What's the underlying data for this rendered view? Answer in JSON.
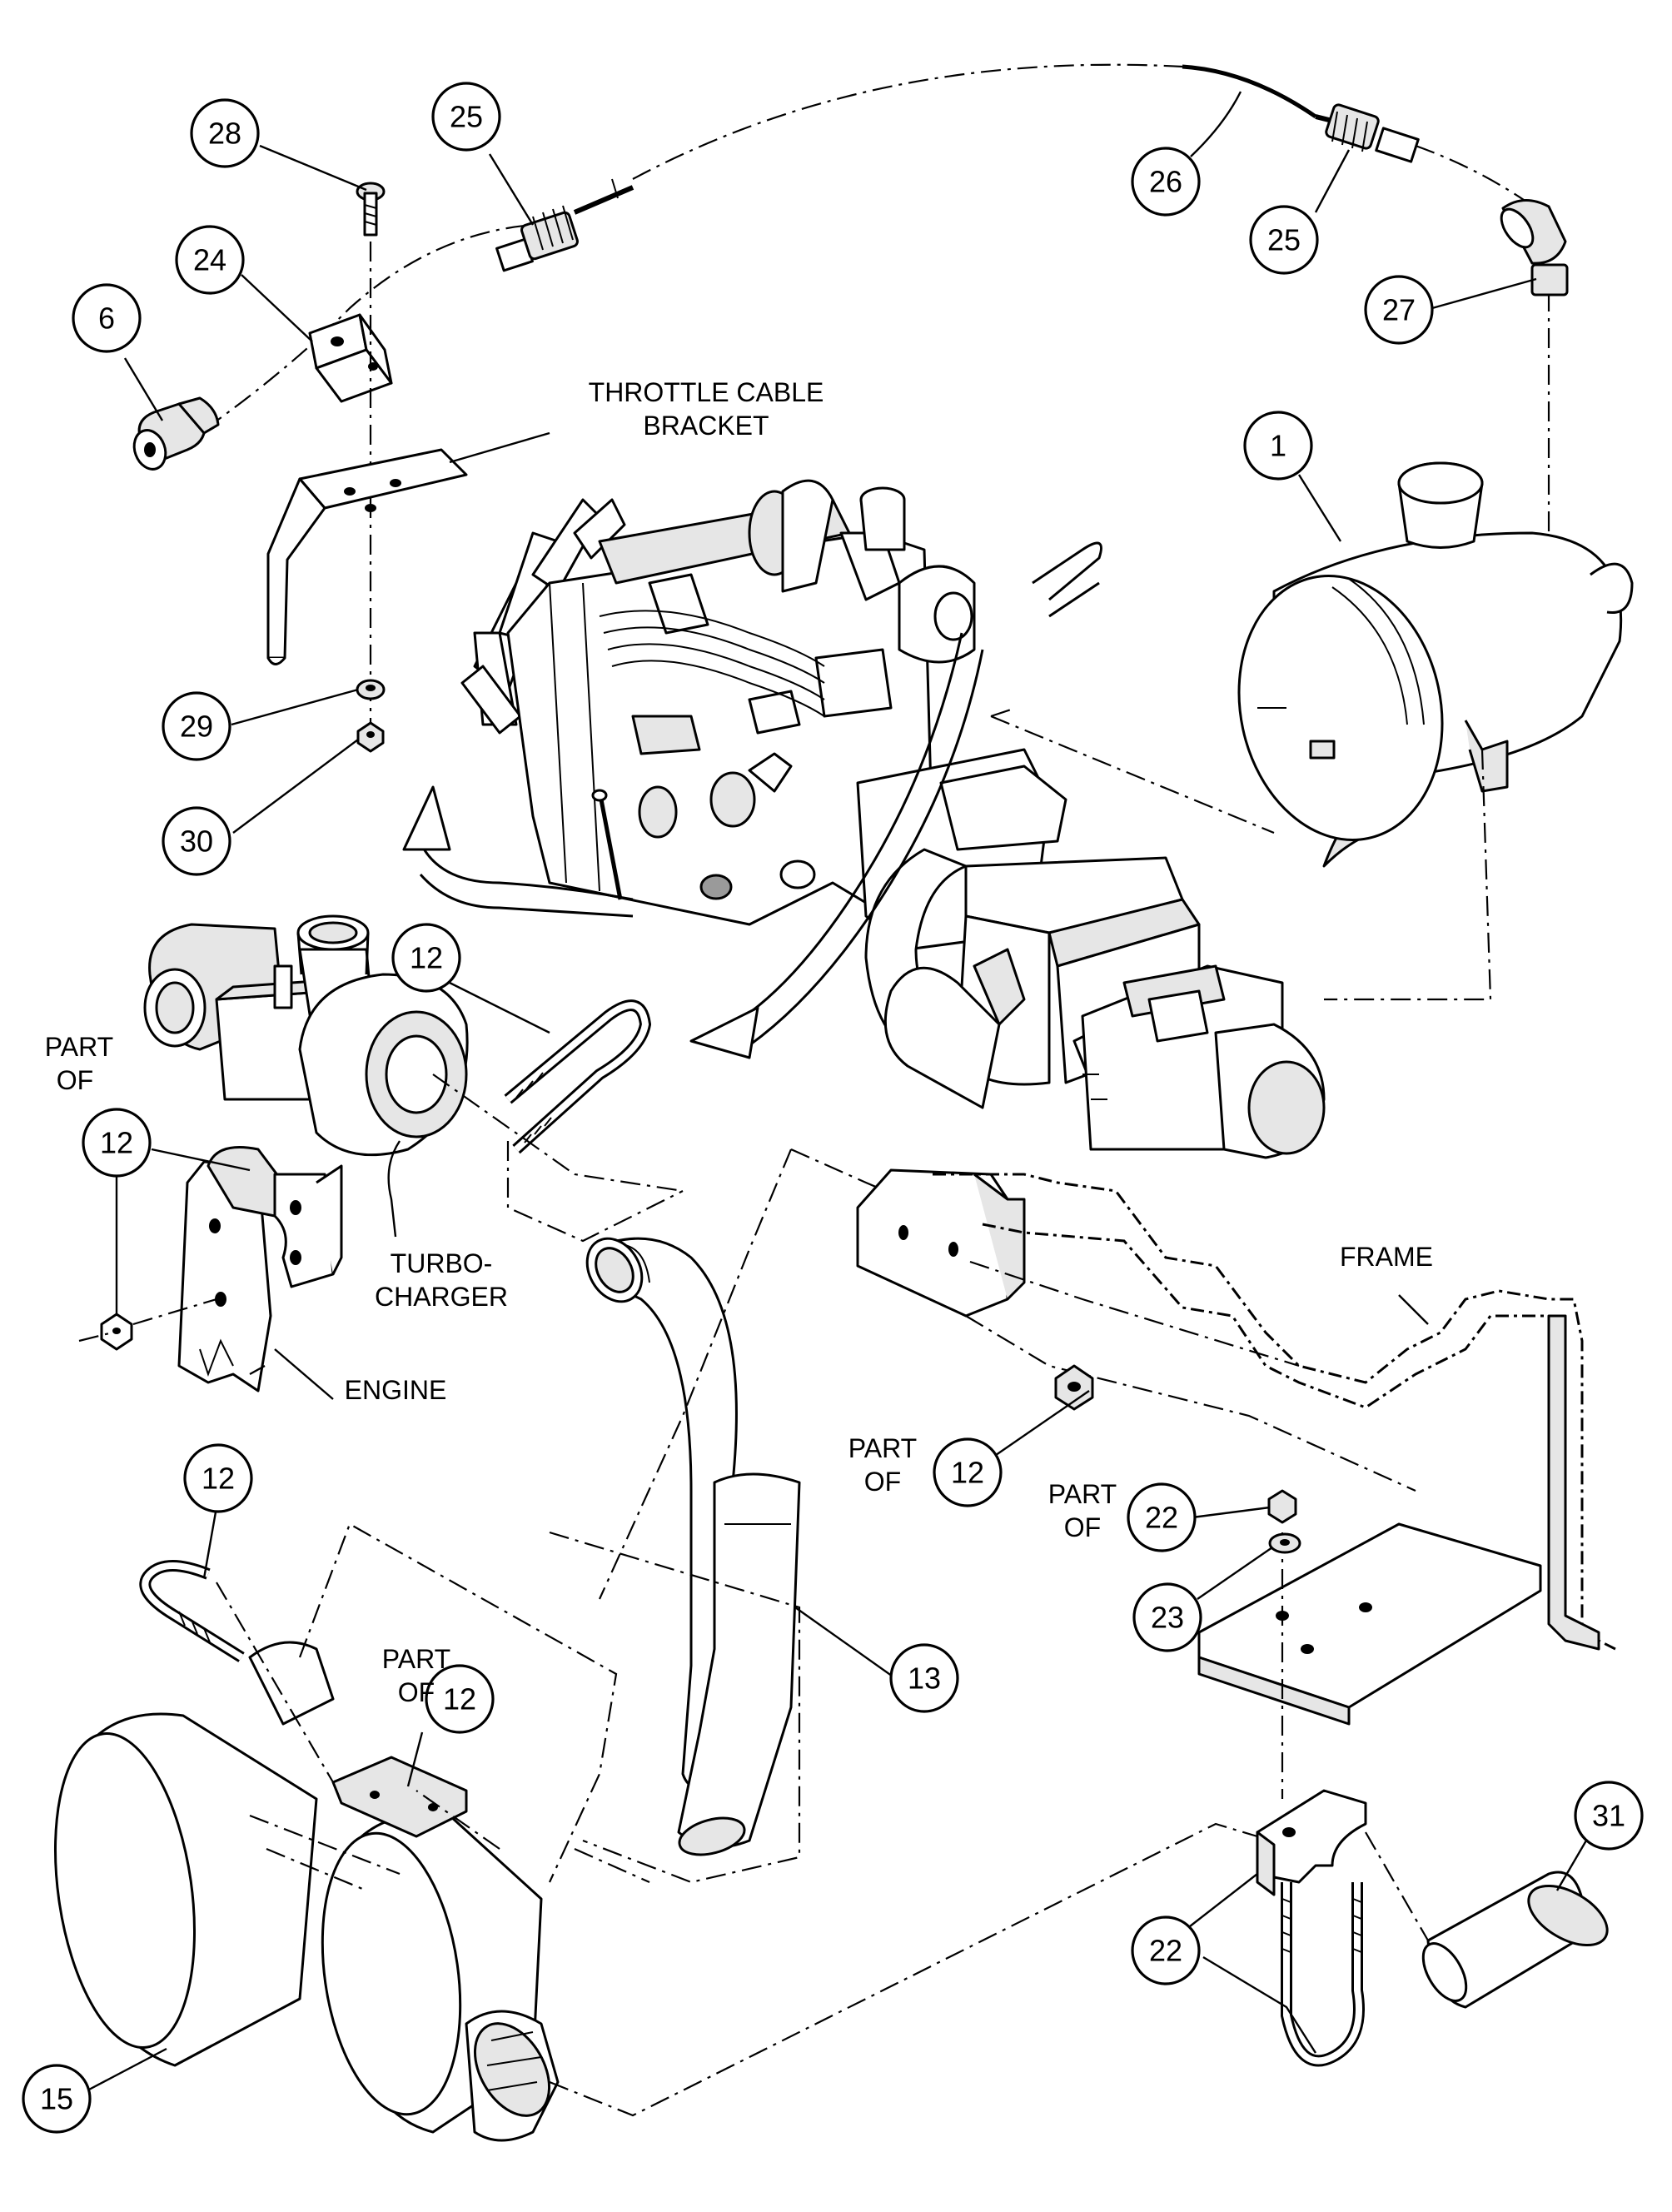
{
  "callouts": [
    {
      "id": "28",
      "label": "28"
    },
    {
      "id": "25a",
      "label": "25"
    },
    {
      "id": "26",
      "label": "26"
    },
    {
      "id": "25b",
      "label": "25"
    },
    {
      "id": "27",
      "label": "27"
    },
    {
      "id": "24",
      "label": "24"
    },
    {
      "id": "6",
      "label": "6"
    },
    {
      "id": "1",
      "label": "1"
    },
    {
      "id": "29",
      "label": "29"
    },
    {
      "id": "30",
      "label": "30"
    },
    {
      "id": "12a",
      "label": "12"
    },
    {
      "id": "12b",
      "label": "12"
    },
    {
      "id": "12c",
      "label": "12"
    },
    {
      "id": "22a",
      "label": "22"
    },
    {
      "id": "12d",
      "label": "12"
    },
    {
      "id": "23",
      "label": "23"
    },
    {
      "id": "13",
      "label": "13"
    },
    {
      "id": "12e",
      "label": "12"
    },
    {
      "id": "31",
      "label": "31"
    },
    {
      "id": "22b",
      "label": "22"
    },
    {
      "id": "15",
      "label": "15"
    }
  ],
  "labels": {
    "throttle_bracket_line1": "THROTTLE CABLE",
    "throttle_bracket_line2": "BRACKET",
    "part_of_a_line1": "PART",
    "part_of_a_line2": "OF",
    "turbocharger_line1": "TURBO-",
    "turbocharger_line2": "CHARGER",
    "engine": "ENGINE",
    "frame": "FRAME",
    "part_of_b_line1": "PART",
    "part_of_b_line2": "OF",
    "part_of_c_line1": "PART",
    "part_of_c_line2": "OF",
    "part_of_d_line1": "PART",
    "part_of_d_line2": "OF"
  }
}
